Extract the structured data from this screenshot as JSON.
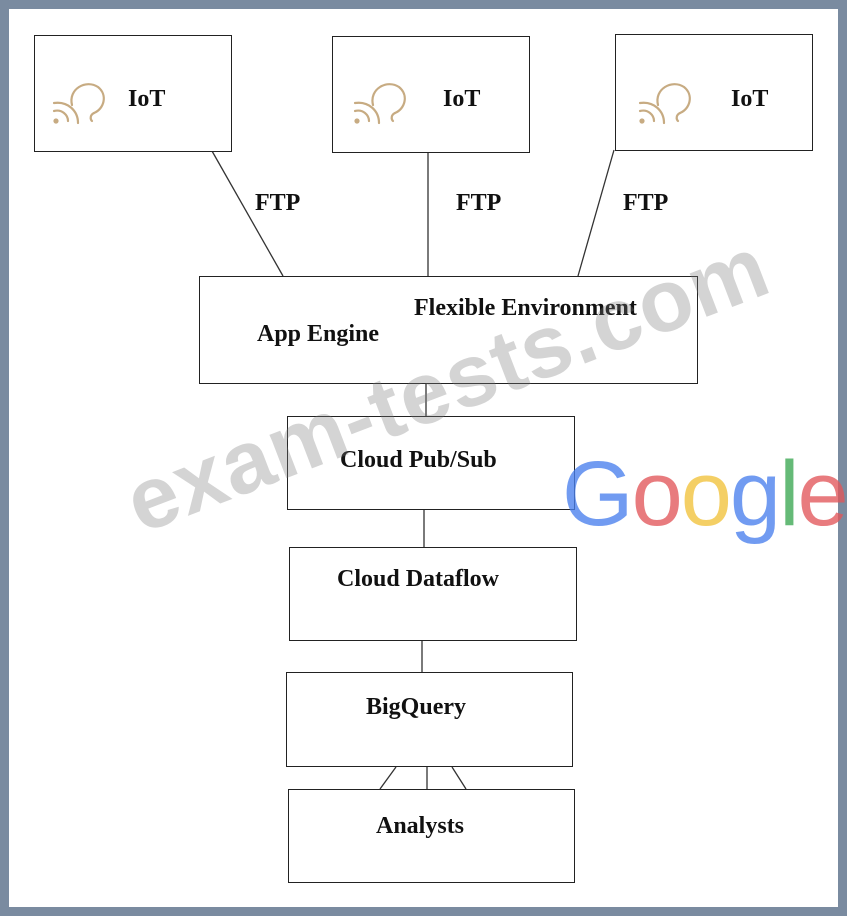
{
  "nodes": {
    "iot_1": "IoT",
    "iot_2": "IoT",
    "iot_3": "IoT",
    "app_engine": "App Engine",
    "flexible_environment": "Flexible Environment",
    "pubsub": "Cloud Pub/Sub",
    "dataflow": "Cloud Dataflow",
    "bigquery": "BigQuery",
    "analysts": "Analysts"
  },
  "edges": {
    "ftp_1": "FTP",
    "ftp_2": "FTP",
    "ftp_3": "FTP"
  },
  "watermark": "exam-tests.com",
  "google_logo": {
    "letters": [
      "G",
      "o",
      "o",
      "g",
      "l",
      "e"
    ],
    "colors": [
      "#4a80ee",
      "#e2575a",
      "#f2c23a",
      "#4a80ee",
      "#3aa752",
      "#e2575a"
    ]
  }
}
